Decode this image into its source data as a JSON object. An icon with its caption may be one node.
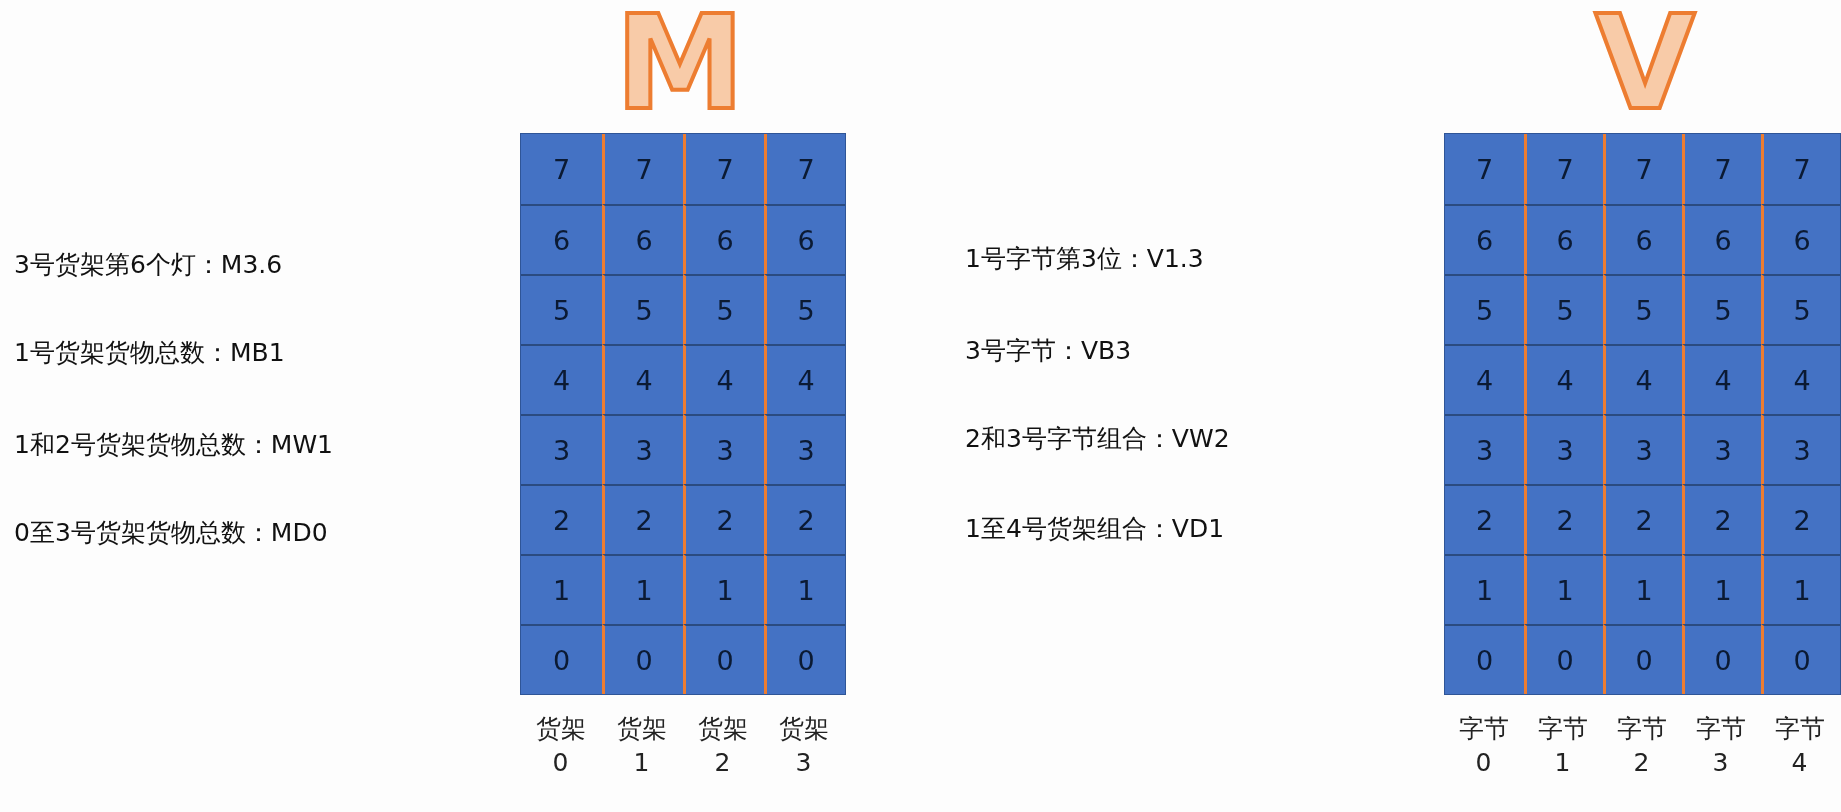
{
  "diagram": {
    "labels": [
      "M",
      "3号货架第6个灯：M3.6",
      "1号货架货物总数：MB1",
      "1和2号货架货物总数：MW1",
      "0至3号货架货物总数：MD0",
      "7",
      "7",
      "7",
      "7",
      "6",
      "6",
      "6",
      "6",
      "5",
      "5",
      "5",
      "5",
      "4",
      "4",
      "4",
      "4",
      "3",
      "3",
      "3",
      "3",
      "2",
      "2",
      "2",
      "2",
      "1",
      "1",
      "1",
      "1",
      "0",
      "0",
      "0",
      "0",
      "货架 0",
      "货架 1",
      "货架 2",
      "货架 3",
      "V",
      "1号字节第3位：V1.3",
      "3号字节：VB3",
      "2和3号字节组合：VW2",
      "1至4号货架组合：VD1",
      "7",
      "7",
      "7",
      "7",
      "7",
      "6",
      "6",
      "6",
      "6",
      "6",
      "5",
      "5",
      "5",
      "5",
      "5",
      "4",
      "4",
      "4",
      "4",
      "4",
      "3",
      "3",
      "3",
      "3",
      "3",
      "2",
      "2",
      "2",
      "2",
      "2",
      "1",
      "1",
      "1",
      "1",
      "1",
      "0",
      "0",
      "0",
      "0",
      "0",
      "字节 0",
      "字节 1",
      "字节 2",
      "字节 3",
      "字节 4"
    ]
  }
}
